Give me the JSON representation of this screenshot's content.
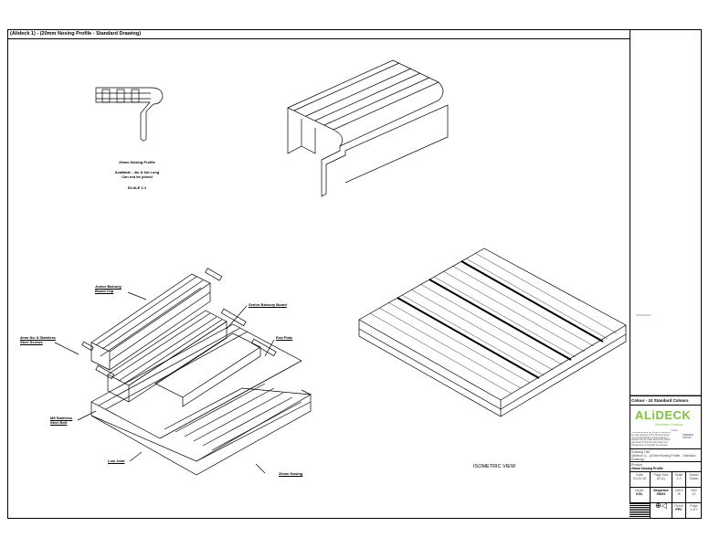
{
  "sheet": {
    "title": "(Alideck 1) - (20mm Nosing Profile - Standard Drawing)"
  },
  "profile": {
    "title": "20mm Nosing Profile",
    "note_line1": "Available - 4m & 6m Long",
    "note_line2": "Can not be joined",
    "scale": "SCALE 1:1"
  },
  "exploded_labels": {
    "junior_clip": "Junior Balcony Board Clip",
    "screws": "4mm No. 8 Stainless Steel Screws",
    "senior_board": "Senior Balcony Board",
    "end_plate": "End Plate",
    "bolt": "M8 Stainless Steel Bolt",
    "low_joist": "Low Joist",
    "nosing": "20mm Nosing"
  },
  "isometric": {
    "label": "ISOMETRIC VIEW"
  },
  "side_mark": "0000000000",
  "title_block": {
    "colour": "Colour - 10 Standard Colours",
    "brand": "ALiDECK",
    "brand_sub": "Aluminium Decking",
    "from_label": "From",
    "group": "PREMIER GROUP",
    "disclaimer": "This drawing and the product it depicts is the sole property of The Premier Group Ltd. No reproduction of this drawing or product may be made without the written permission of The Premier Group Ltd. Infringement of copyright is protected.",
    "drawing_title_label": "Drawing Title",
    "drawing_title": "(Alideck 1) - (20mm Nosing Profile - Standard Drawing)",
    "product_label": "Product",
    "product": "20mm Nosing Profile",
    "date_label": "Date",
    "date": "04-02-15",
    "page_size_label": "Page Size",
    "page_size": "A2 (L)",
    "scale_label": "Scale",
    "scale": "1:3",
    "drawn_label": "Drawn",
    "drawn": "Shyan",
    "issuer_label": "Issuer",
    "issuer": "KGL",
    "sequence_label": "Sequence",
    "sequence": "00001",
    "chk_label": "Chk'd",
    "chk": "JK",
    "rev_label": "Rev",
    "rev": "V1",
    "finish_label": "Finish",
    "finish": "PPC",
    "page_label": "Page",
    "page": "1 of 1",
    "accent_color": "#7fc241"
  }
}
